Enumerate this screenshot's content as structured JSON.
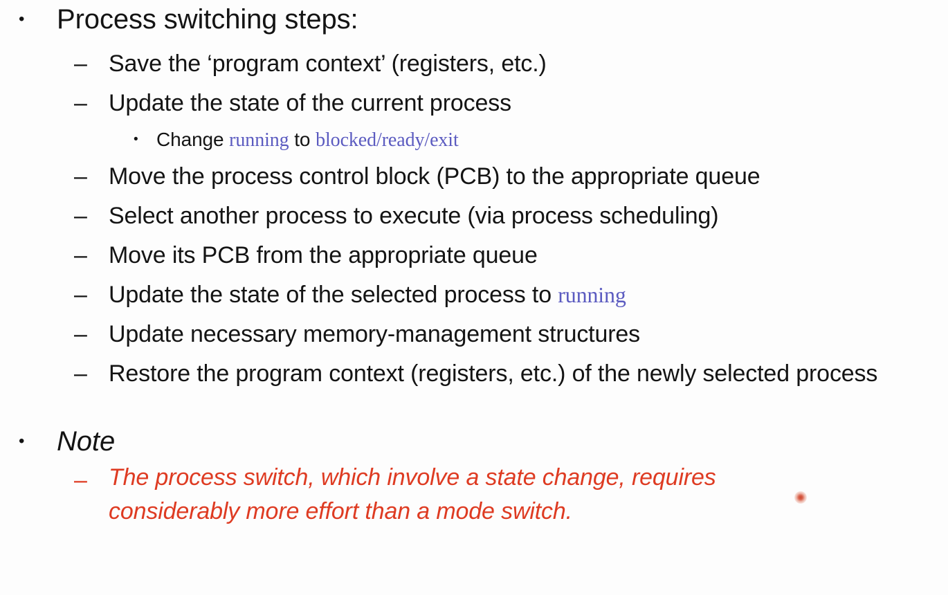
{
  "slide": {
    "background_color": "#fdfdfd",
    "text_color": "#141414",
    "accent_state_color": "#5b5bc0",
    "accent_warning_color": "#de3b22",
    "markers": {
      "bullet_level1": "•",
      "dash_level2": "–",
      "bullet_level3": "•"
    },
    "heading": "Process switching steps:",
    "steps": [
      "Save the ‘program context’ (registers, etc.)",
      "Update the state of the current process",
      "Move the process control block (PCB) to the appropriate queue",
      "Select another process to execute (via process scheduling)",
      "Move its PCB from the appropriate queue",
      "Update necessary memory-management structures",
      "Restore the program context (registers, etc.) of the newly selected process"
    ],
    "change_state": {
      "prefix": "Change ",
      "from_state": "running",
      "middle": " to ",
      "to_state": "blocked/ready/exit"
    },
    "update_selected": {
      "prefix": "Update the state of the selected process to ",
      "state": "running"
    },
    "note_heading": "Note",
    "note_body": "The process switch, which involve a state change, requires considerably more effort than a mode switch."
  }
}
